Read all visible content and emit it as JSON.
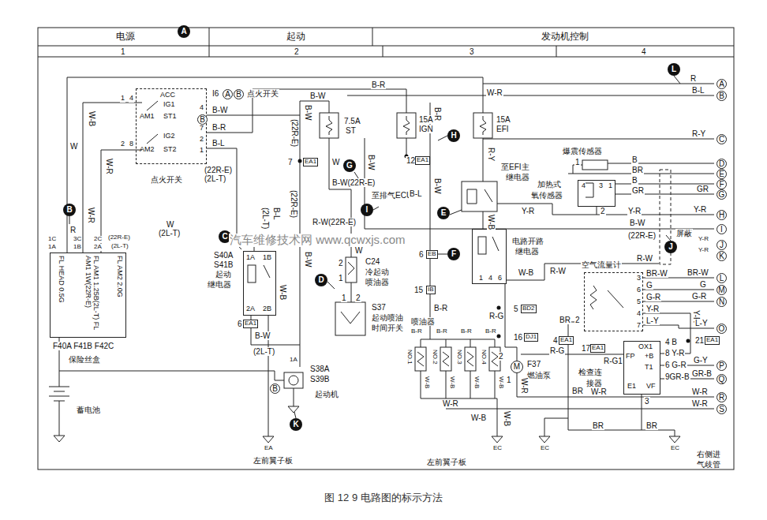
{
  "diagram": {
    "caption": "图 12 9  电路图的标示方法",
    "nodes": [
      {
        "text": [
          "A"
        ]
      },
      {
        "text": [
          "B"
        ]
      },
      {
        "text": [
          "C"
        ]
      },
      {
        "text": [
          "D"
        ]
      },
      {
        "text": [
          "E"
        ]
      },
      {
        "text": [
          "F"
        ]
      },
      {
        "text": [
          "G"
        ]
      },
      {
        "text": [
          "H"
        ]
      },
      {
        "text": [
          "I"
        ]
      },
      {
        "text": [
          "J"
        ]
      },
      {
        "text": [
          "K"
        ]
      },
      {
        "text": [
          "L"
        ]
      },
      {
        "text": [
          "FL HEAD 0.5G",
          "FL AM1 1.25B(2L-T) FL AM1 1W(22R-E)",
          "FL AM2 2.0G"
        ]
      },
      {
        "text": [
          "ACC",
          "IG1",
          "ST1",
          "IG2",
          "ST2",
          "AM1",
          "AM2"
        ]
      },
      {
        "text": [
          "1A",
          "1B",
          "2A",
          "2B"
        ]
      },
      {
        "text": [
          "1",
          "4",
          "6"
        ]
      },
      {
        "text": [
          "4",
          "3",
          "1"
        ]
      },
      {
        "text": [
          "3",
          "6",
          "5",
          "4",
          "7"
        ]
      },
      {
        "text": [
          "OX1",
          "FP",
          "+B",
          "T1",
          "E1",
          "VF"
        ]
      },
      {
        "text": [
          "M"
        ]
      }
    ],
    "edges": [
      {
        "from": 15,
        "to": 19,
        "label": "R-G",
        "arrow": "none"
      },
      {
        "from": 13,
        "to": 14,
        "arrow": "none"
      }
    ],
    "labels": [
      "电源",
      "起动",
      "发动机控制",
      "1",
      "2",
      "3",
      "4",
      "I6",
      "A",
      "B",
      "点火开关",
      "点火开关",
      "1",
      "4",
      "2",
      "8",
      "4",
      "B",
      "7",
      "2",
      "1",
      "B-W",
      "B-R",
      "B-L",
      "(22R-E)",
      "(2L-T)",
      "W-B",
      "W-R",
      "W",
      "R",
      "W-R",
      "1C",
      "1A",
      "3C",
      "1B",
      "2C",
      "2A",
      "(22R-E)",
      "(2L-T)",
      "F40A F41B F42C",
      "保险丝盒",
      "蓄电池",
      "W",
      "(2L-T)",
      "S40A",
      "S41B",
      "起动",
      "继电器",
      "W-B",
      "6",
      "EA1",
      "B-W",
      "(2L-T)",
      "B-W",
      "(22R-E)",
      "7",
      "EA1",
      "B-L",
      "(22R-E)",
      "B-W",
      "(2L-T)",
      "1A",
      "B",
      "S38A",
      "S39B",
      "起动机",
      "EA",
      "左前翼子板",
      "B-W",
      "7.5A",
      "ST",
      "W",
      "B-W",
      "B-W(22R-E)",
      "至排气ECU",
      "R-W(22R-E)",
      "W",
      "2",
      "1",
      "C24",
      "冷起动",
      "喷油器",
      "1",
      "2",
      "S37",
      "起动喷油",
      "时间开关",
      "B-R",
      "15A",
      "IGN",
      "B-R",
      "12",
      "EA1",
      "B-L",
      "B-W",
      "6",
      "EB",
      "15",
      "IB",
      "B-R",
      "喷油器",
      "NO.1",
      "NO.2",
      "NO.3",
      "NO.4",
      "B-R",
      "B-R",
      "B-R",
      "B-R",
      "W-B",
      "W-B",
      "W-B",
      "W-B",
      "左前翼子板",
      "W-B",
      "EC",
      "EC",
      "EC",
      "W-R",
      "15A",
      "EFI",
      "R-Y",
      "至EFI主",
      "继电器",
      "Y-R",
      "W-B",
      "电路开路",
      "继电器",
      "W-B",
      "R-W",
      "5",
      "BD2",
      "16",
      "DJ1",
      "2",
      "F37",
      "燃油泵",
      "1",
      "W-R",
      "W-R",
      "W-R",
      "W-B",
      "爆震传感器",
      "1",
      "B",
      "BR",
      "B",
      "GR",
      "加热式",
      "氧传感器",
      "2",
      "Y-R",
      "B-W",
      "(22R-E)",
      "屏蔽",
      "R-W",
      "空气流量计",
      "BR",
      "2",
      "BR-W",
      "G",
      "G-R",
      "Y-R",
      "L-Y",
      "4",
      "EA1",
      "R-G",
      "17",
      "EA1",
      "R-G1",
      "检查连",
      "接器",
      "4 B",
      "8 Y-R",
      "6 G-R",
      "9GR-B",
      "3",
      "BR",
      "BR",
      "BR",
      "21",
      "EA1",
      "Y-R",
      "右侧进",
      "气歧管",
      "R",
      "B-L",
      "R-Y",
      "GR",
      "Y-R",
      "Y-R",
      "Y-R",
      "BR-W",
      "G",
      "G-R",
      "L-Y",
      "G-Y",
      "GR-B",
      "W-R",
      "W-R",
      "A",
      "B",
      "C",
      "D",
      "E",
      "F",
      "G",
      "H",
      "I",
      "J",
      "K",
      "L",
      "M",
      "N",
      "O",
      "P",
      "Q",
      "R",
      "S",
      "汽车维修技术网 www.qcwxjs.com"
    ]
  }
}
